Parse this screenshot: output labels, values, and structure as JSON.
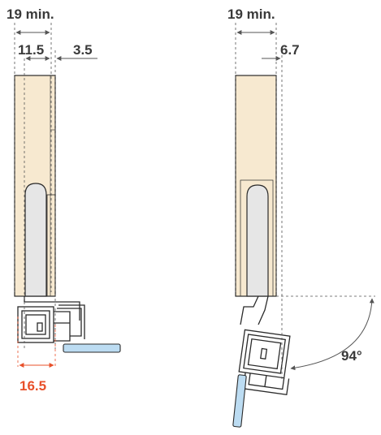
{
  "colors": {
    "wood": "#f7e9d0",
    "wood_outline": "#2a2a2a",
    "metal_fill": "#e6e6e6",
    "glass": "#bcdcf2",
    "dim_line": "#555555",
    "label_text": "#3a3a3a",
    "highlight": "#e8502a"
  },
  "left_hinge": {
    "label_min": "19 min.",
    "label_a": "11.5",
    "label_b": "3.5",
    "label_c": "16.5"
  },
  "right_hinge": {
    "label_min": "19 min.",
    "label_a": "6.7",
    "label_angle": "94°"
  }
}
